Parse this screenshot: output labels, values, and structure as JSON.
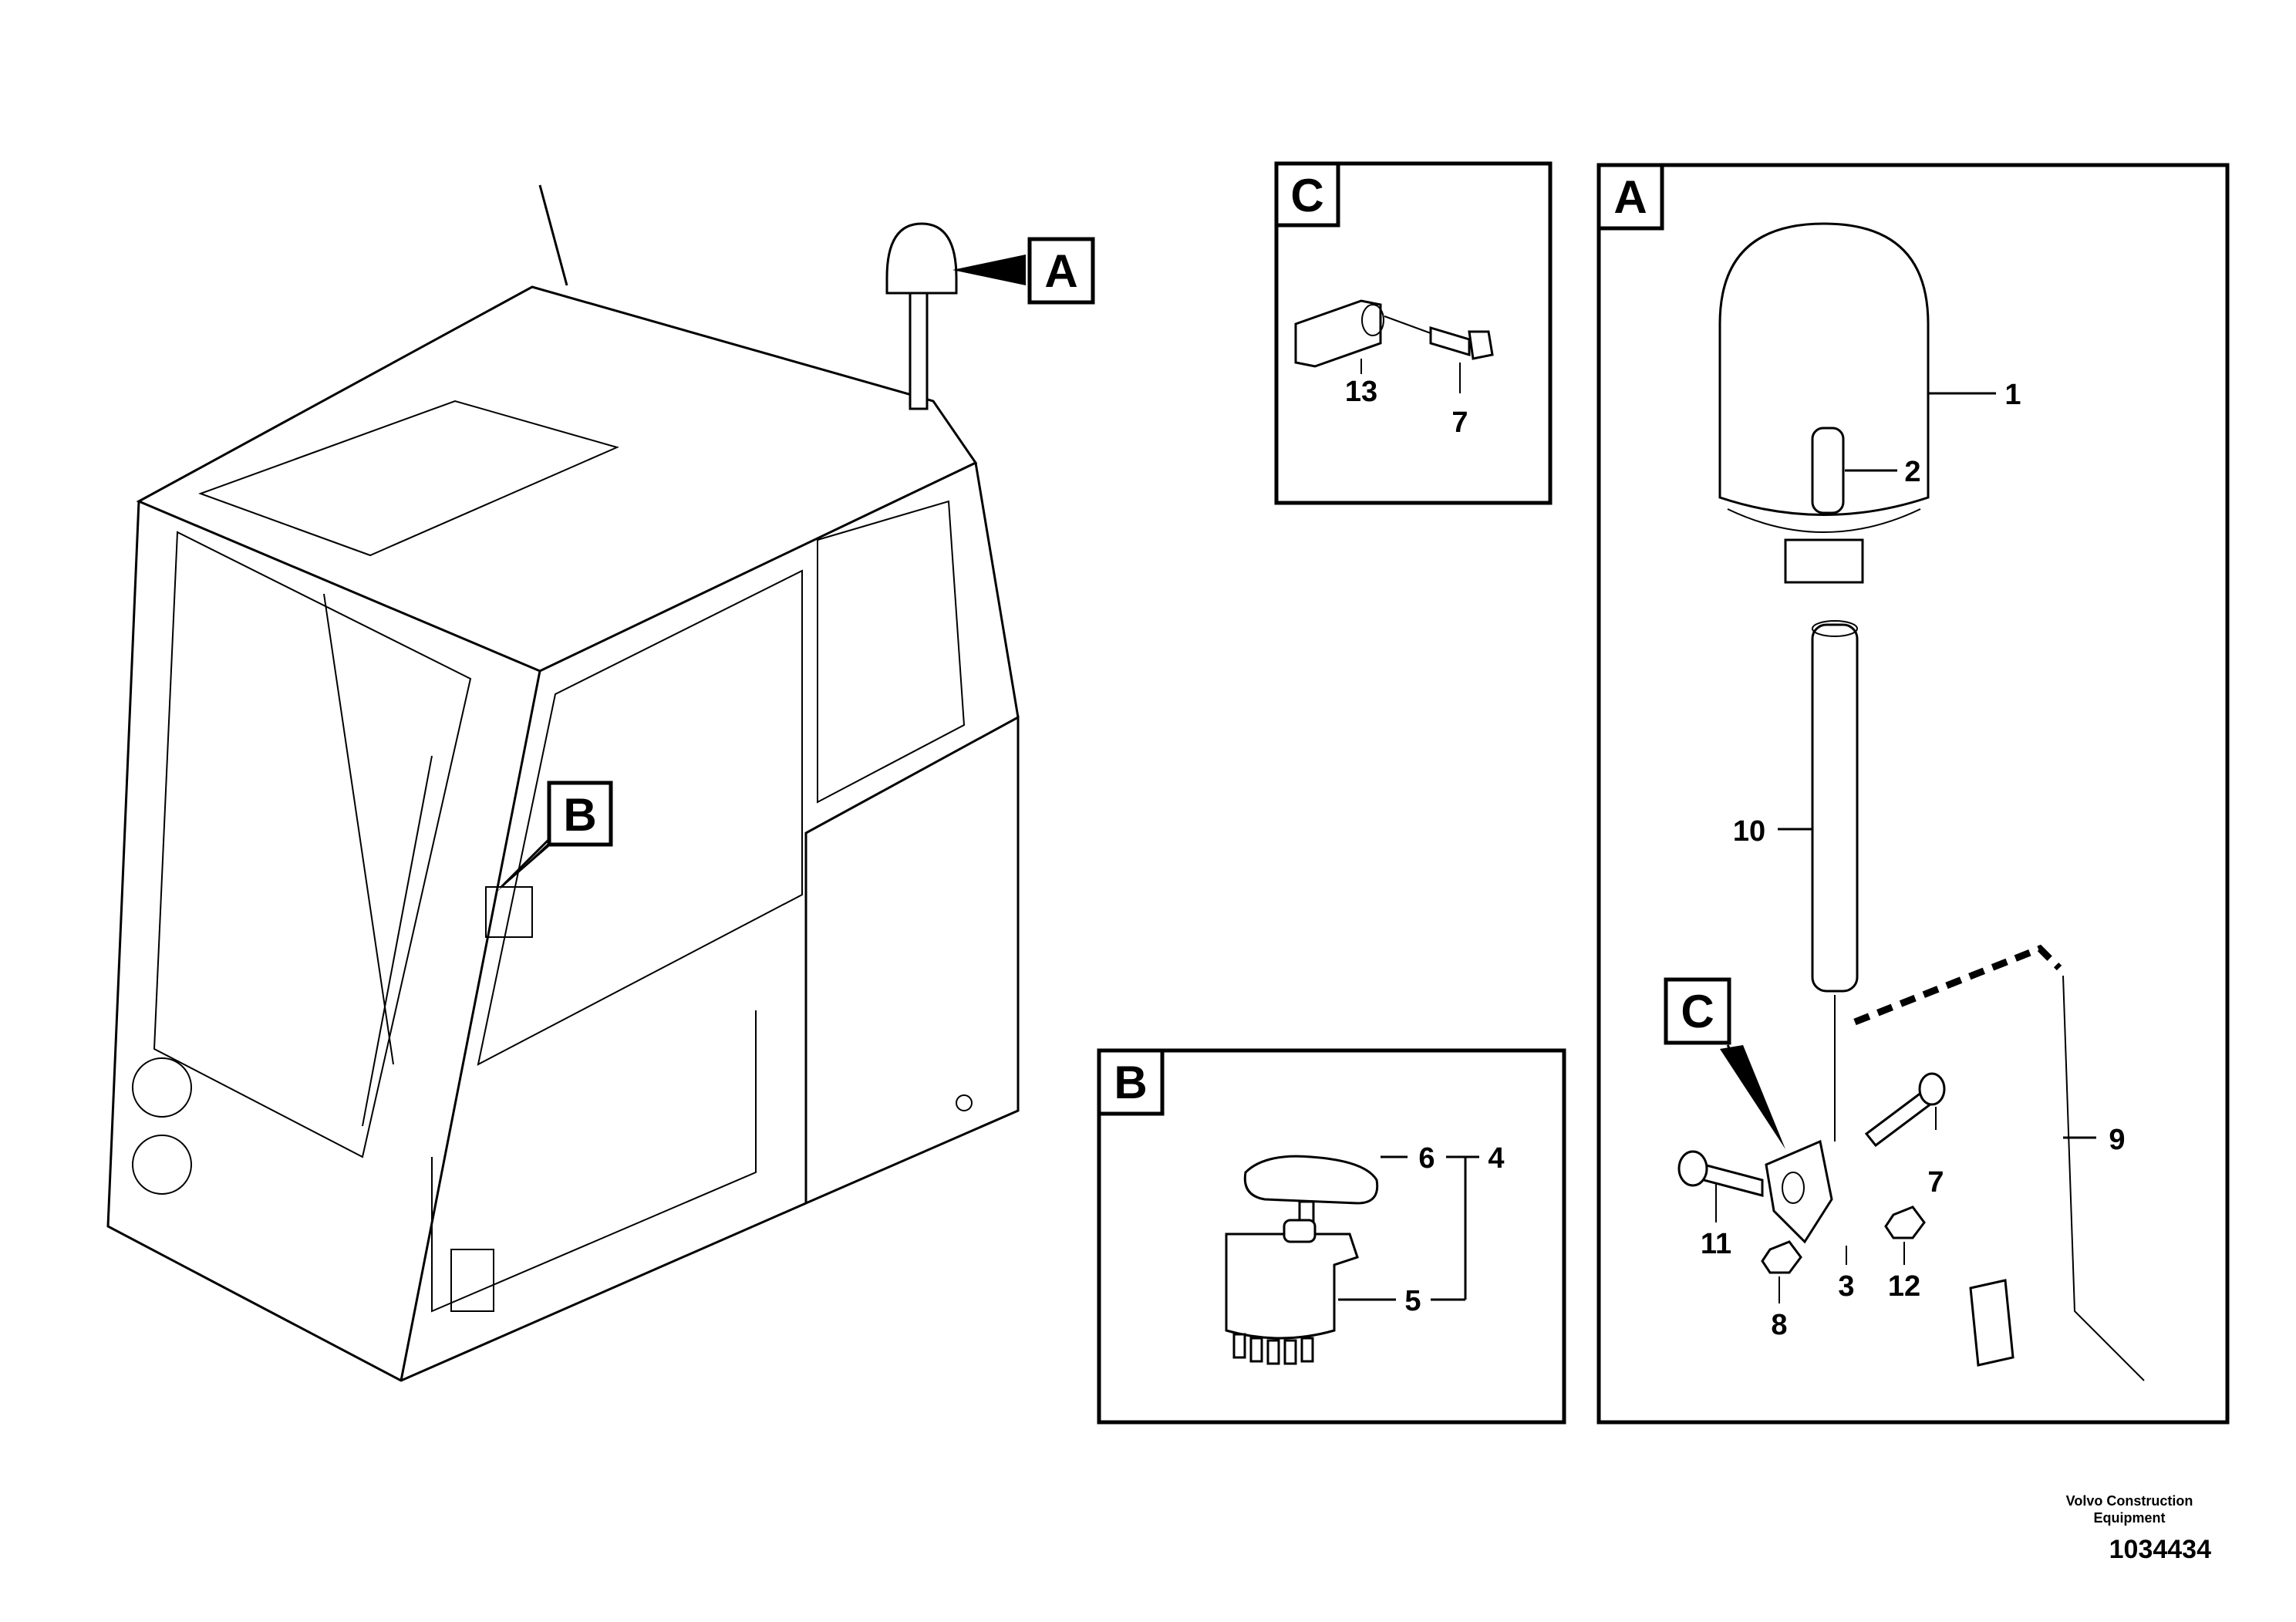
{
  "detail_labels": {
    "a": "A",
    "b": "B",
    "c": "C"
  },
  "callouts": {
    "p1": "1",
    "p2": "2",
    "p3": "3",
    "p4": "4",
    "p5": "5",
    "p6": "6",
    "p7": "7",
    "p8": "8",
    "p9": "9",
    "p10": "10",
    "p11": "11",
    "p12": "12",
    "p13": "13"
  },
  "footer": {
    "credit_line1": "Volvo Construction",
    "credit_line2": "Equipment",
    "doc_number": "1034434"
  }
}
